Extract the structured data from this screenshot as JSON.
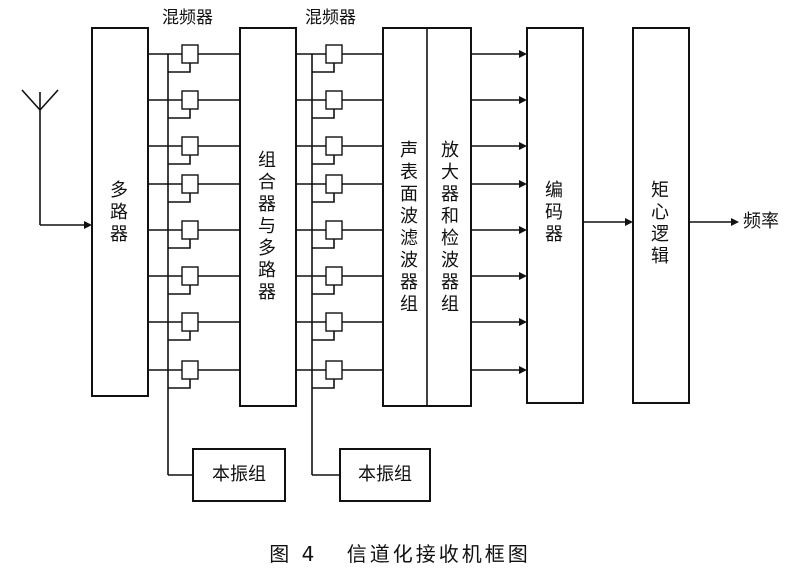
{
  "labels": {
    "mixer_header_1": "混频器",
    "mixer_header_2": "混频器",
    "multiplexer": "多路器",
    "combiner_multiplexer": "组合器与多路器",
    "saw_filter_group": "声表面波滤波器组",
    "amp_detector_group": "放大器和检波器组",
    "encoder": "编码器",
    "matrix_logic": "矩心逻辑",
    "output_frequency": "频率",
    "local_osc_1": "本振组",
    "local_osc_2": "本振组"
  },
  "caption": {
    "figure_no": "图 4",
    "title": "信道化接收机框图"
  }
}
